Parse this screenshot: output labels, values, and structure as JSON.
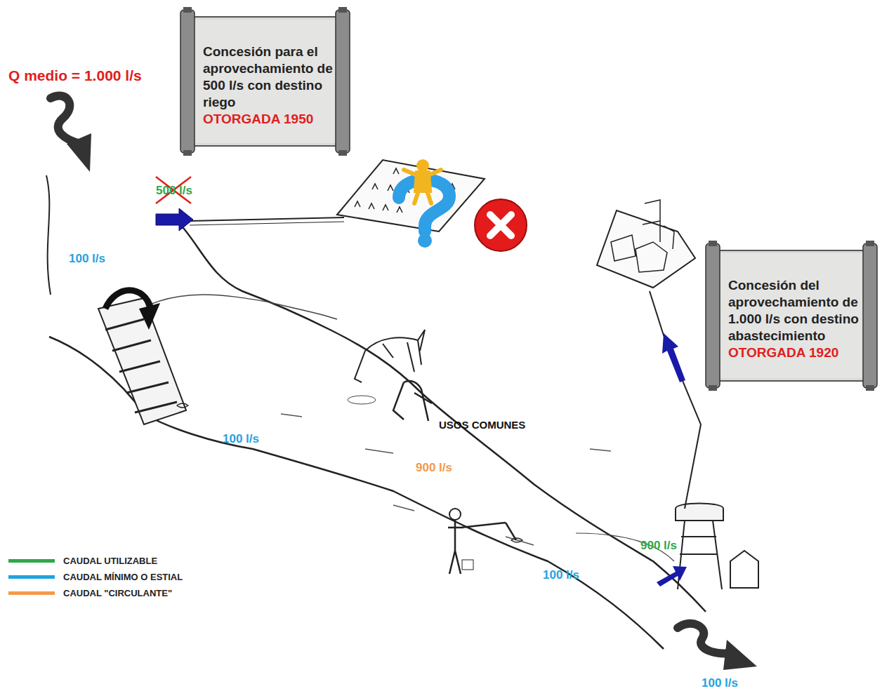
{
  "diagram": {
    "nodes": [
      {
        "text": [
          "Concesión para el aprovechamiento de 500 l/s con destino riego",
          "OTORGADA 1950"
        ]
      },
      {
        "text": [
          "Concesión del aprovechamiento de 1.000 l/s con destino abastecimiento",
          "OTORGADA 1920"
        ]
      }
    ],
    "labels": [
      "Q medio = 1.000 l/s",
      "500 l/s",
      "100 l/s",
      "100 l/s",
      "USOS COMUNES",
      "900 l/s",
      "100 l/s",
      "900 l/s",
      "100 l/s"
    ],
    "legend": [
      {
        "text": "CAUDAL UTILIZABLE",
        "color": "#2ea84a"
      },
      {
        "text": "CAUDAL MÍNIMO O ESTIAL",
        "color": "#1fa3e0"
      },
      {
        "text": "CAUDAL \"CIRCULANTE\"",
        "color": "#f39a4c"
      }
    ]
  }
}
